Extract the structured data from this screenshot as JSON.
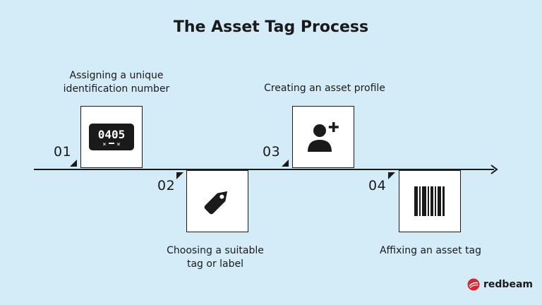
{
  "title": "The Asset Tag Process",
  "steps": [
    {
      "number": "01",
      "caption_line1": "Assigning a unique",
      "caption_line2": "identification number",
      "icon": "id-number-icon",
      "icon_text": "0405"
    },
    {
      "number": "02",
      "caption_line1": "Choosing a suitable",
      "caption_line2": "tag or label",
      "icon": "tag-icon"
    },
    {
      "number": "03",
      "caption_line1": "Creating an asset profile",
      "caption_line2": "",
      "icon": "add-user-icon"
    },
    {
      "number": "04",
      "caption_line1": "Affixing an asset tag",
      "caption_line2": "",
      "icon": "barcode-icon"
    }
  ],
  "brand": {
    "name": "redbeam",
    "logo_color": "#d9262c"
  },
  "colors": {
    "background": "#d4ebf8",
    "ink": "#1a1a1a",
    "box": "#ffffff"
  }
}
